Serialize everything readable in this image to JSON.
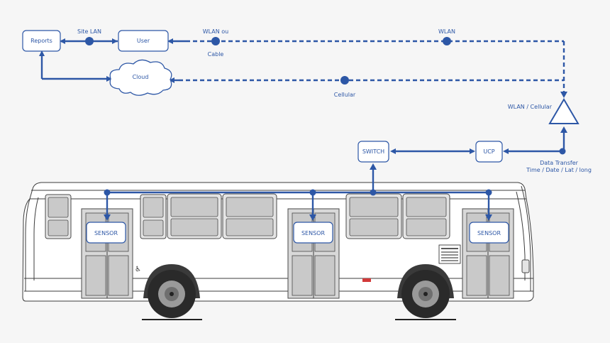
{
  "nodes": {
    "reports": "Reports",
    "user": "User",
    "cloud": "Cloud",
    "switch": "SWITCH",
    "ucp": "UCP",
    "sensor_1": "SENSOR",
    "sensor_2": "SENSOR",
    "sensor_3": "SENSOR"
  },
  "links": {
    "site_lan": "Site LAN",
    "wlan_ou": "WLAN ou",
    "cable": "Cable",
    "wlan": "WLAN",
    "cellular": "Cellular",
    "wlan_cellular": "WLAN / Cellular",
    "data_transfer": "Data Transfer",
    "data_fields": "Time / Date / Lat / long"
  },
  "colors": {
    "accent": "#2d57a6",
    "background": "#f6f6f6",
    "bus_outline": "#3c3c3c"
  },
  "icons": {
    "antenna": "antenna-triangle-icon",
    "cloud": "cloud-icon",
    "bus": "bus-illustration"
  }
}
